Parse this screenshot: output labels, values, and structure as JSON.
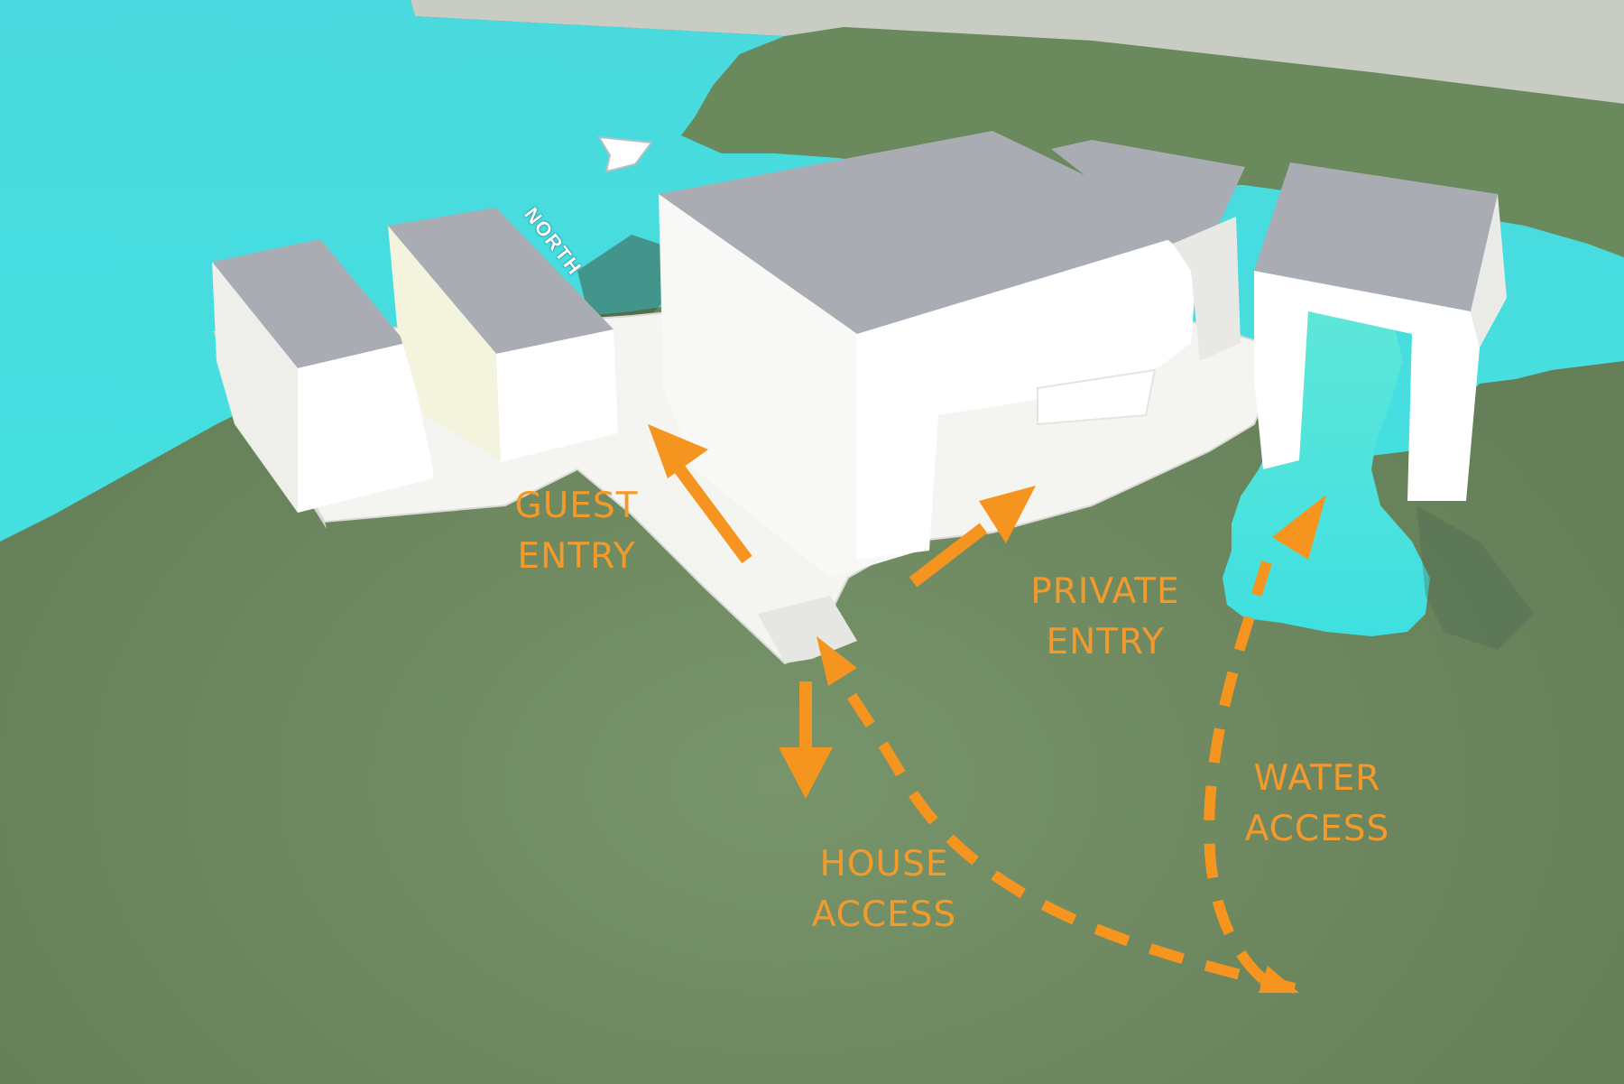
{
  "labels": {
    "north": "NORTH",
    "guest_entry": [
      "GUEST",
      "ENTRY"
    ],
    "private_entry": [
      "PRIVATE",
      "ENTRY"
    ],
    "house_access": [
      "HOUSE",
      "ACCESS"
    ],
    "water_access": [
      "WATER",
      "ACCESS"
    ]
  },
  "colors": {
    "water": "#48dde1",
    "ground": "#6c8a5e",
    "sky": "#c9ccc2",
    "building_roof": "#a9adb3",
    "building_wall": "#ffffff",
    "arrow": "#f5951f"
  }
}
